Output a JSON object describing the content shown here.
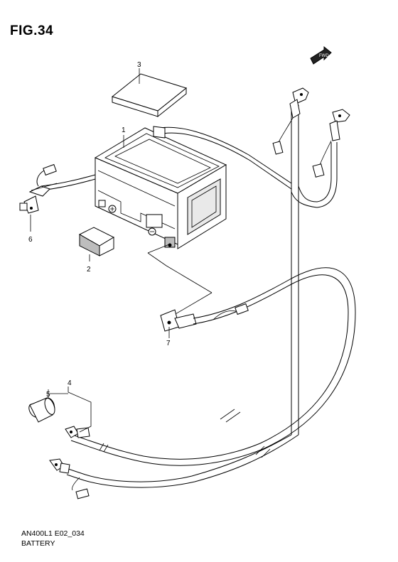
{
  "figure": {
    "title": "FIG.34",
    "model_code": "AN400L1 E02_034",
    "caption": "BATTERY"
  },
  "callouts": [
    {
      "id": "1",
      "label": "1"
    },
    {
      "id": "2",
      "label": "2"
    },
    {
      "id": "3",
      "label": "3"
    },
    {
      "id": "4",
      "label": "4"
    },
    {
      "id": "5",
      "label": "5"
    },
    {
      "id": "6",
      "label": "6"
    },
    {
      "id": "7",
      "label": "7"
    }
  ],
  "fwd_arrow": {
    "label": "FWD",
    "icon": "forward-arrow-icon"
  }
}
